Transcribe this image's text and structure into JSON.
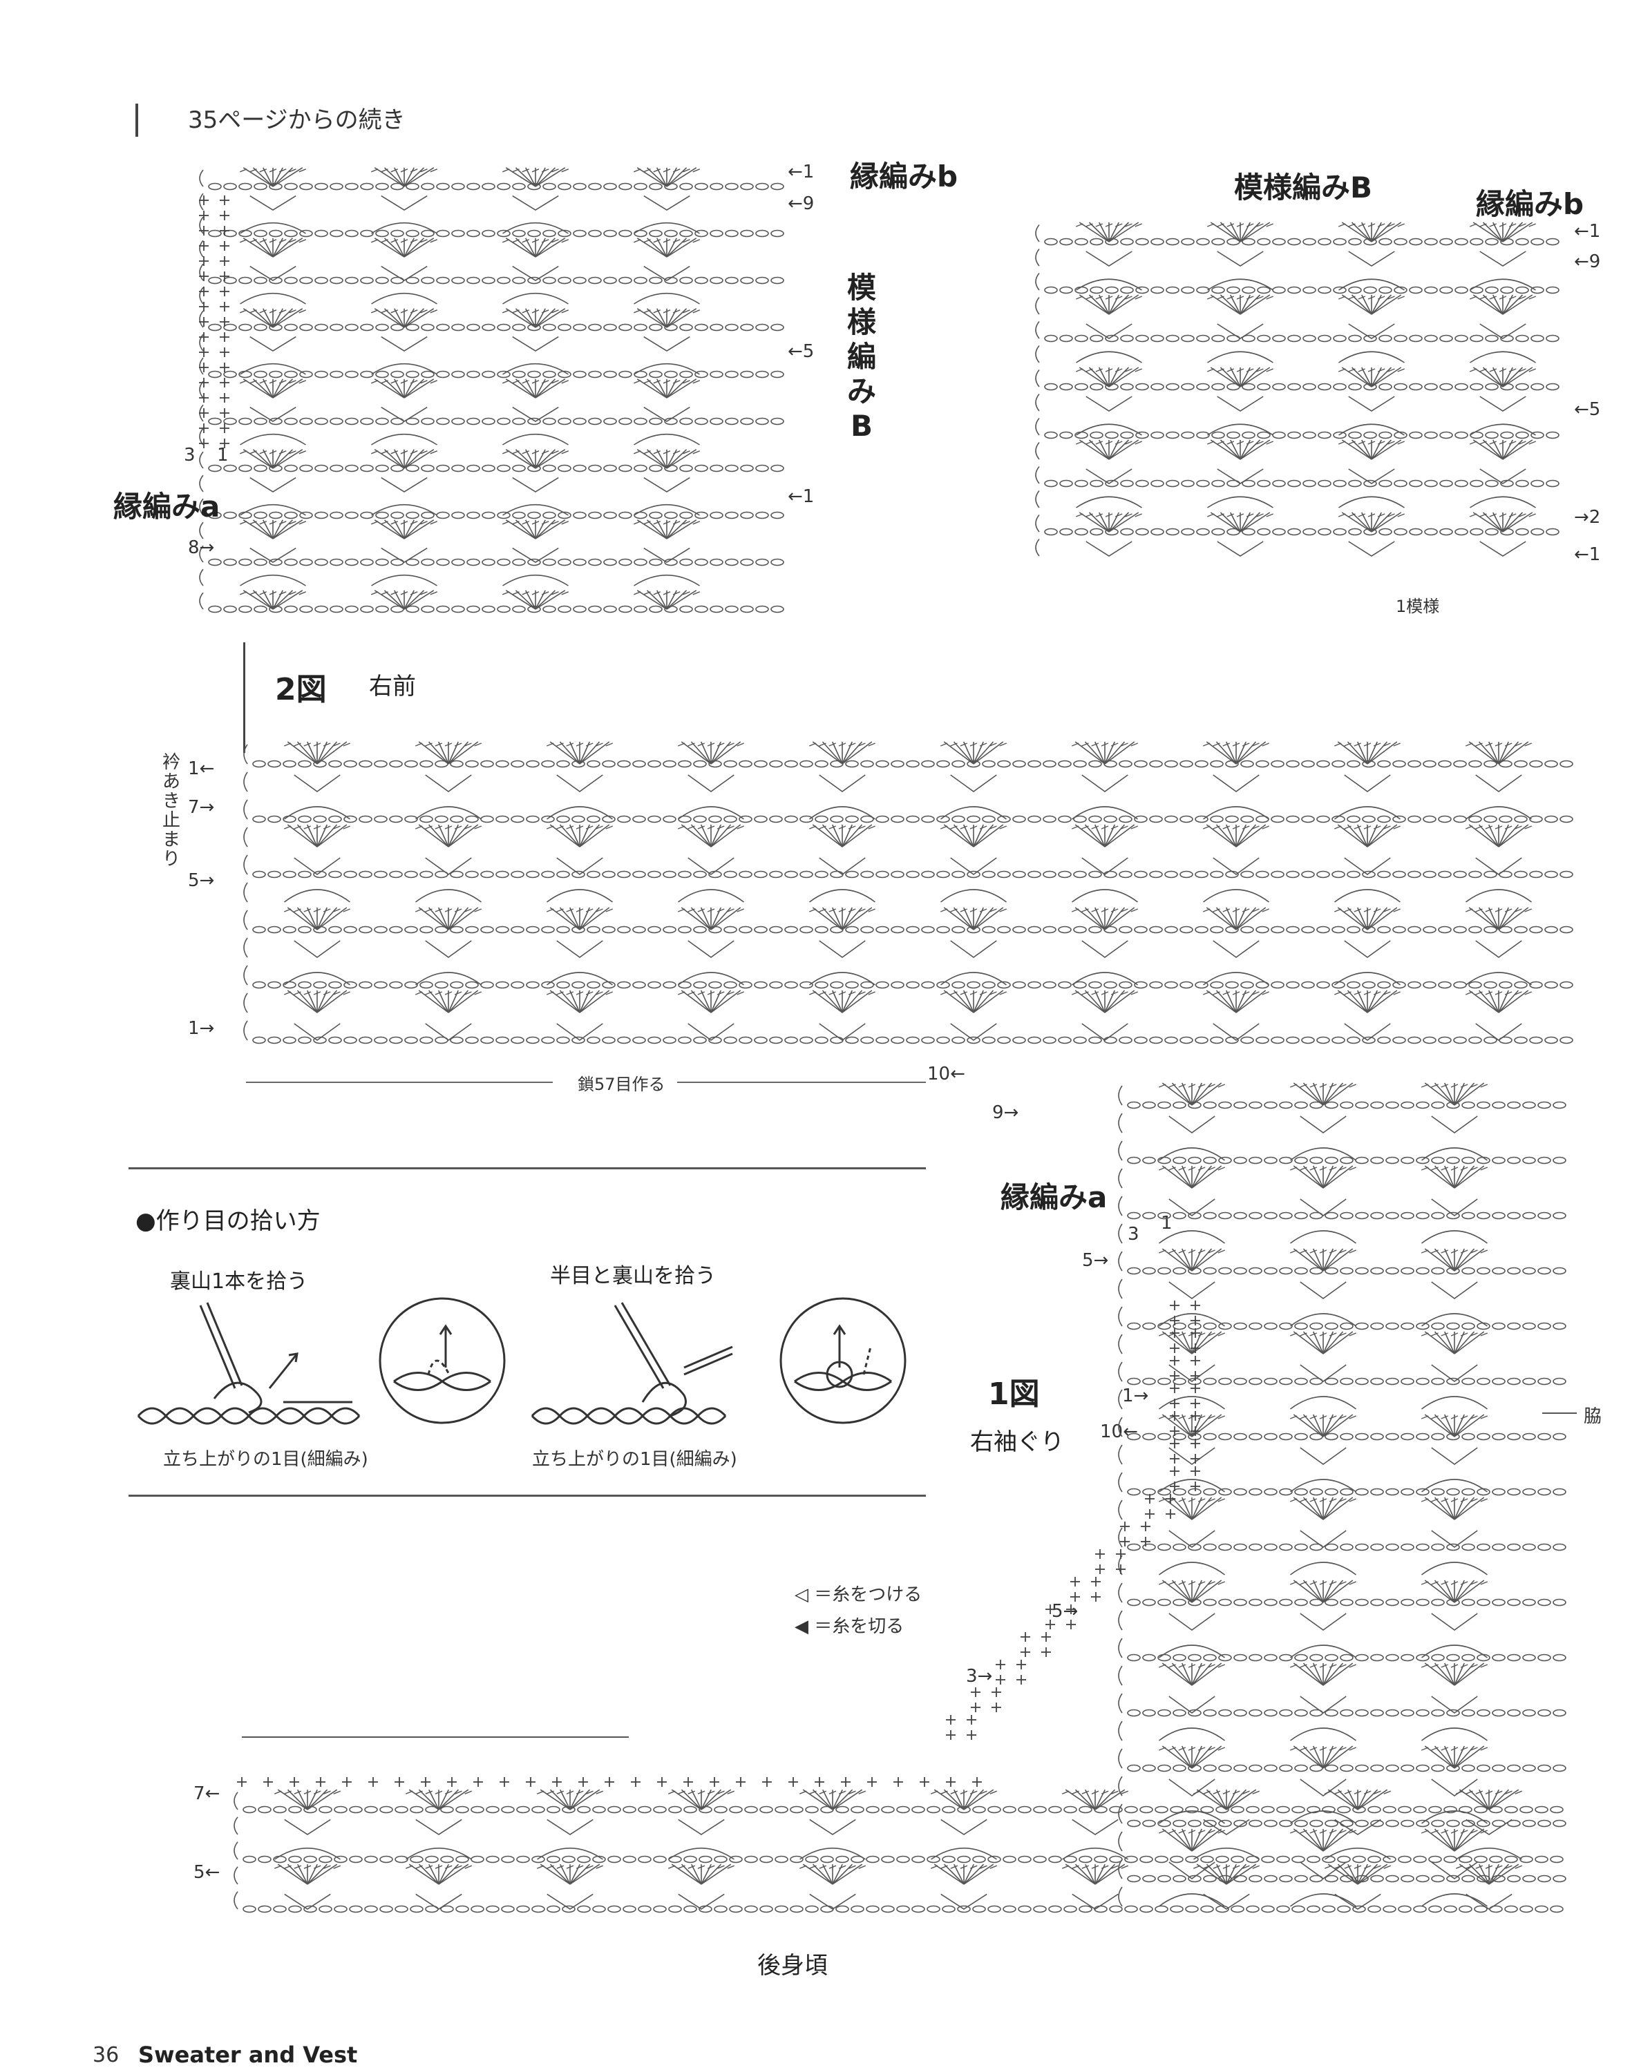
{
  "header": {
    "continuation": "35ページからの続き"
  },
  "diagrams": {
    "top_left": {
      "edge_b_label": "縁編みb",
      "pattern_b_label": "模様編みB",
      "edge_a_label": "縁編みa",
      "row_markers": {
        "top1": "←1",
        "top9": "←9",
        "top5": "←5",
        "top1b": "←1",
        "left8": "8→"
      },
      "col_markers": {
        "c3": "3",
        "c1": "1"
      }
    },
    "top_right": {
      "pattern_b_label": "模様編みB",
      "edge_b_label": "縁編みb",
      "repeat_label": "1模様",
      "row_markers": {
        "r1": "←1",
        "r9": "←9",
        "r5": "←5",
        "r2": "→2",
        "r1b": "←1"
      }
    },
    "fig2": {
      "title": "2図",
      "subtitle": "右前",
      "side_note": "衿あき止まり",
      "chain_label": "鎖57目作る",
      "row_markers": {
        "r1": "1←",
        "r7": "7→",
        "r5": "5→",
        "r1b": "1→",
        "r10": "10←",
        "r9": "9→"
      }
    },
    "fig1": {
      "title": "1図",
      "subtitle": "右袖ぐり",
      "edge_a_label": "縁編みa",
      "side_label": "脇",
      "bottom_label": "後身頃",
      "row_markers": {
        "r3": "3",
        "r1top": "1",
        "r5": "5→",
        "r1": "1→",
        "r10": "10←",
        "r5b": "5→",
        "r3b": "3→",
        "r7": "7←",
        "r5c": "5←"
      }
    }
  },
  "pickup": {
    "title": "●作り目の拾い方",
    "method1": "裏山1本を拾う",
    "method2": "半目と裏山を拾う",
    "caption1": "立ち上がりの1目(細編み)",
    "caption2": "立ち上がりの1目(細編み)"
  },
  "legend": {
    "attach": "◁ ＝糸をつける",
    "cut": "◀ ＝糸を切る"
  },
  "footer": {
    "page_number": "36",
    "book_title": "Sweater and Vest"
  }
}
